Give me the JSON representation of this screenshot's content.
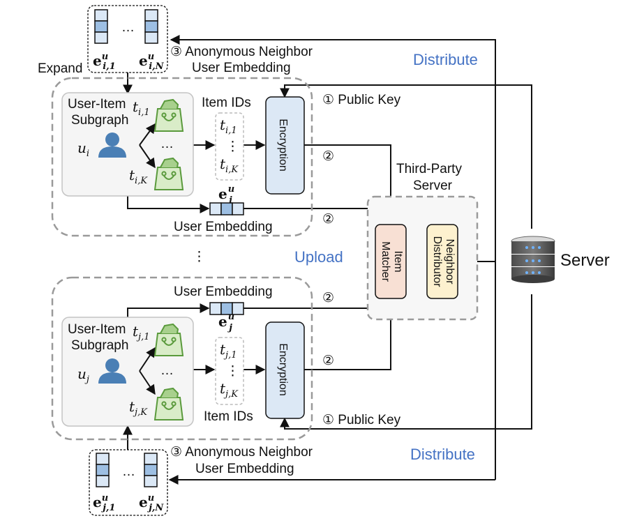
{
  "diagram": {
    "top_group": {
      "expand_label": "Expand",
      "neighbor_embeddings": {
        "first": {
          "base": "e",
          "sup": "u",
          "sub": "i,1"
        },
        "last": {
          "base": "e",
          "sup": "u",
          "sub": "i,N"
        },
        "ellipsis": "…"
      },
      "anonymous_label_line1": "③ Anonymous Neighbor",
      "anonymous_label_line2": "User Embedding",
      "subgraph_label_line1": "User-Item",
      "subgraph_label_line2": "Subgraph",
      "user": {
        "base": "u",
        "sub": "i"
      },
      "item_first": {
        "base": "t",
        "sub": "i,1"
      },
      "item_last": {
        "base": "t",
        "sub": "i,K"
      },
      "item_ellipsis": "…",
      "item_ids_label": "Item IDs",
      "item_ids_first": {
        "base": "t",
        "sub": "i,1"
      },
      "item_ids_last": {
        "base": "t",
        "sub": "i,K"
      },
      "item_ids_vdots": "⋮",
      "encryption_label": "Encryption",
      "user_embedding": {
        "base": "e",
        "sup": "u",
        "sub": "i"
      },
      "user_embedding_label": "User Embedding",
      "public_key_label": "① Public Key",
      "step2_encrypted": "②",
      "step2_embedding": "②"
    },
    "bottom_group": {
      "neighbor_embeddings": {
        "first": {
          "base": "e",
          "sup": "u",
          "sub": "j,1"
        },
        "last": {
          "base": "e",
          "sup": "u",
          "sub": "j,N"
        },
        "ellipsis": "…"
      },
      "anonymous_label_line1": "③ Anonymous Neighbor",
      "anonymous_label_line2": "User Embedding",
      "subgraph_label_line1": "User-Item",
      "subgraph_label_line2": "Subgraph",
      "user": {
        "base": "u",
        "sub": "j"
      },
      "item_first": {
        "base": "t",
        "sub": "j,1"
      },
      "item_last": {
        "base": "t",
        "sub": "j,K"
      },
      "item_ellipsis": "…",
      "item_ids_label": "Item IDs",
      "item_ids_first": {
        "base": "t",
        "sub": "j,1"
      },
      "item_ids_last": {
        "base": "t",
        "sub": "j,K"
      },
      "item_ids_vdots": "⋮",
      "encryption_label": "Encryption",
      "user_embedding": {
        "base": "e",
        "sup": "u",
        "sub": "j"
      },
      "user_embedding_label": "User Embedding",
      "public_key_label": "① Public Key",
      "step2_encrypted": "②",
      "step2_embedding": "②"
    },
    "between_clients_vdots": "⋮",
    "third_party": {
      "title_line1": "Third-Party",
      "title_line2": "Server",
      "item_matcher_line1": "Item",
      "item_matcher_line2": "Matcher",
      "neighbor_distributor_line1": "Neighbor",
      "neighbor_distributor_line2": "Distributor"
    },
    "server_label": "Server",
    "phase_labels": {
      "distribute_top": "Distribute",
      "upload": "Upload",
      "distribute_bottom": "Distribute"
    },
    "colors": {
      "phase_text": "#4472c4",
      "encryption_fill": "#dce8f5",
      "item_matcher_fill": "#f8e0d4",
      "neighbor_distributor_fill": "#fdf1cf",
      "user_icon": "#4a7fb5",
      "bag_stroke": "#5a9a3c",
      "bag_fill": "#d9ecc8",
      "embedding_light": "#dbe8f6",
      "embedding_dark": "#9dbfe3"
    }
  }
}
